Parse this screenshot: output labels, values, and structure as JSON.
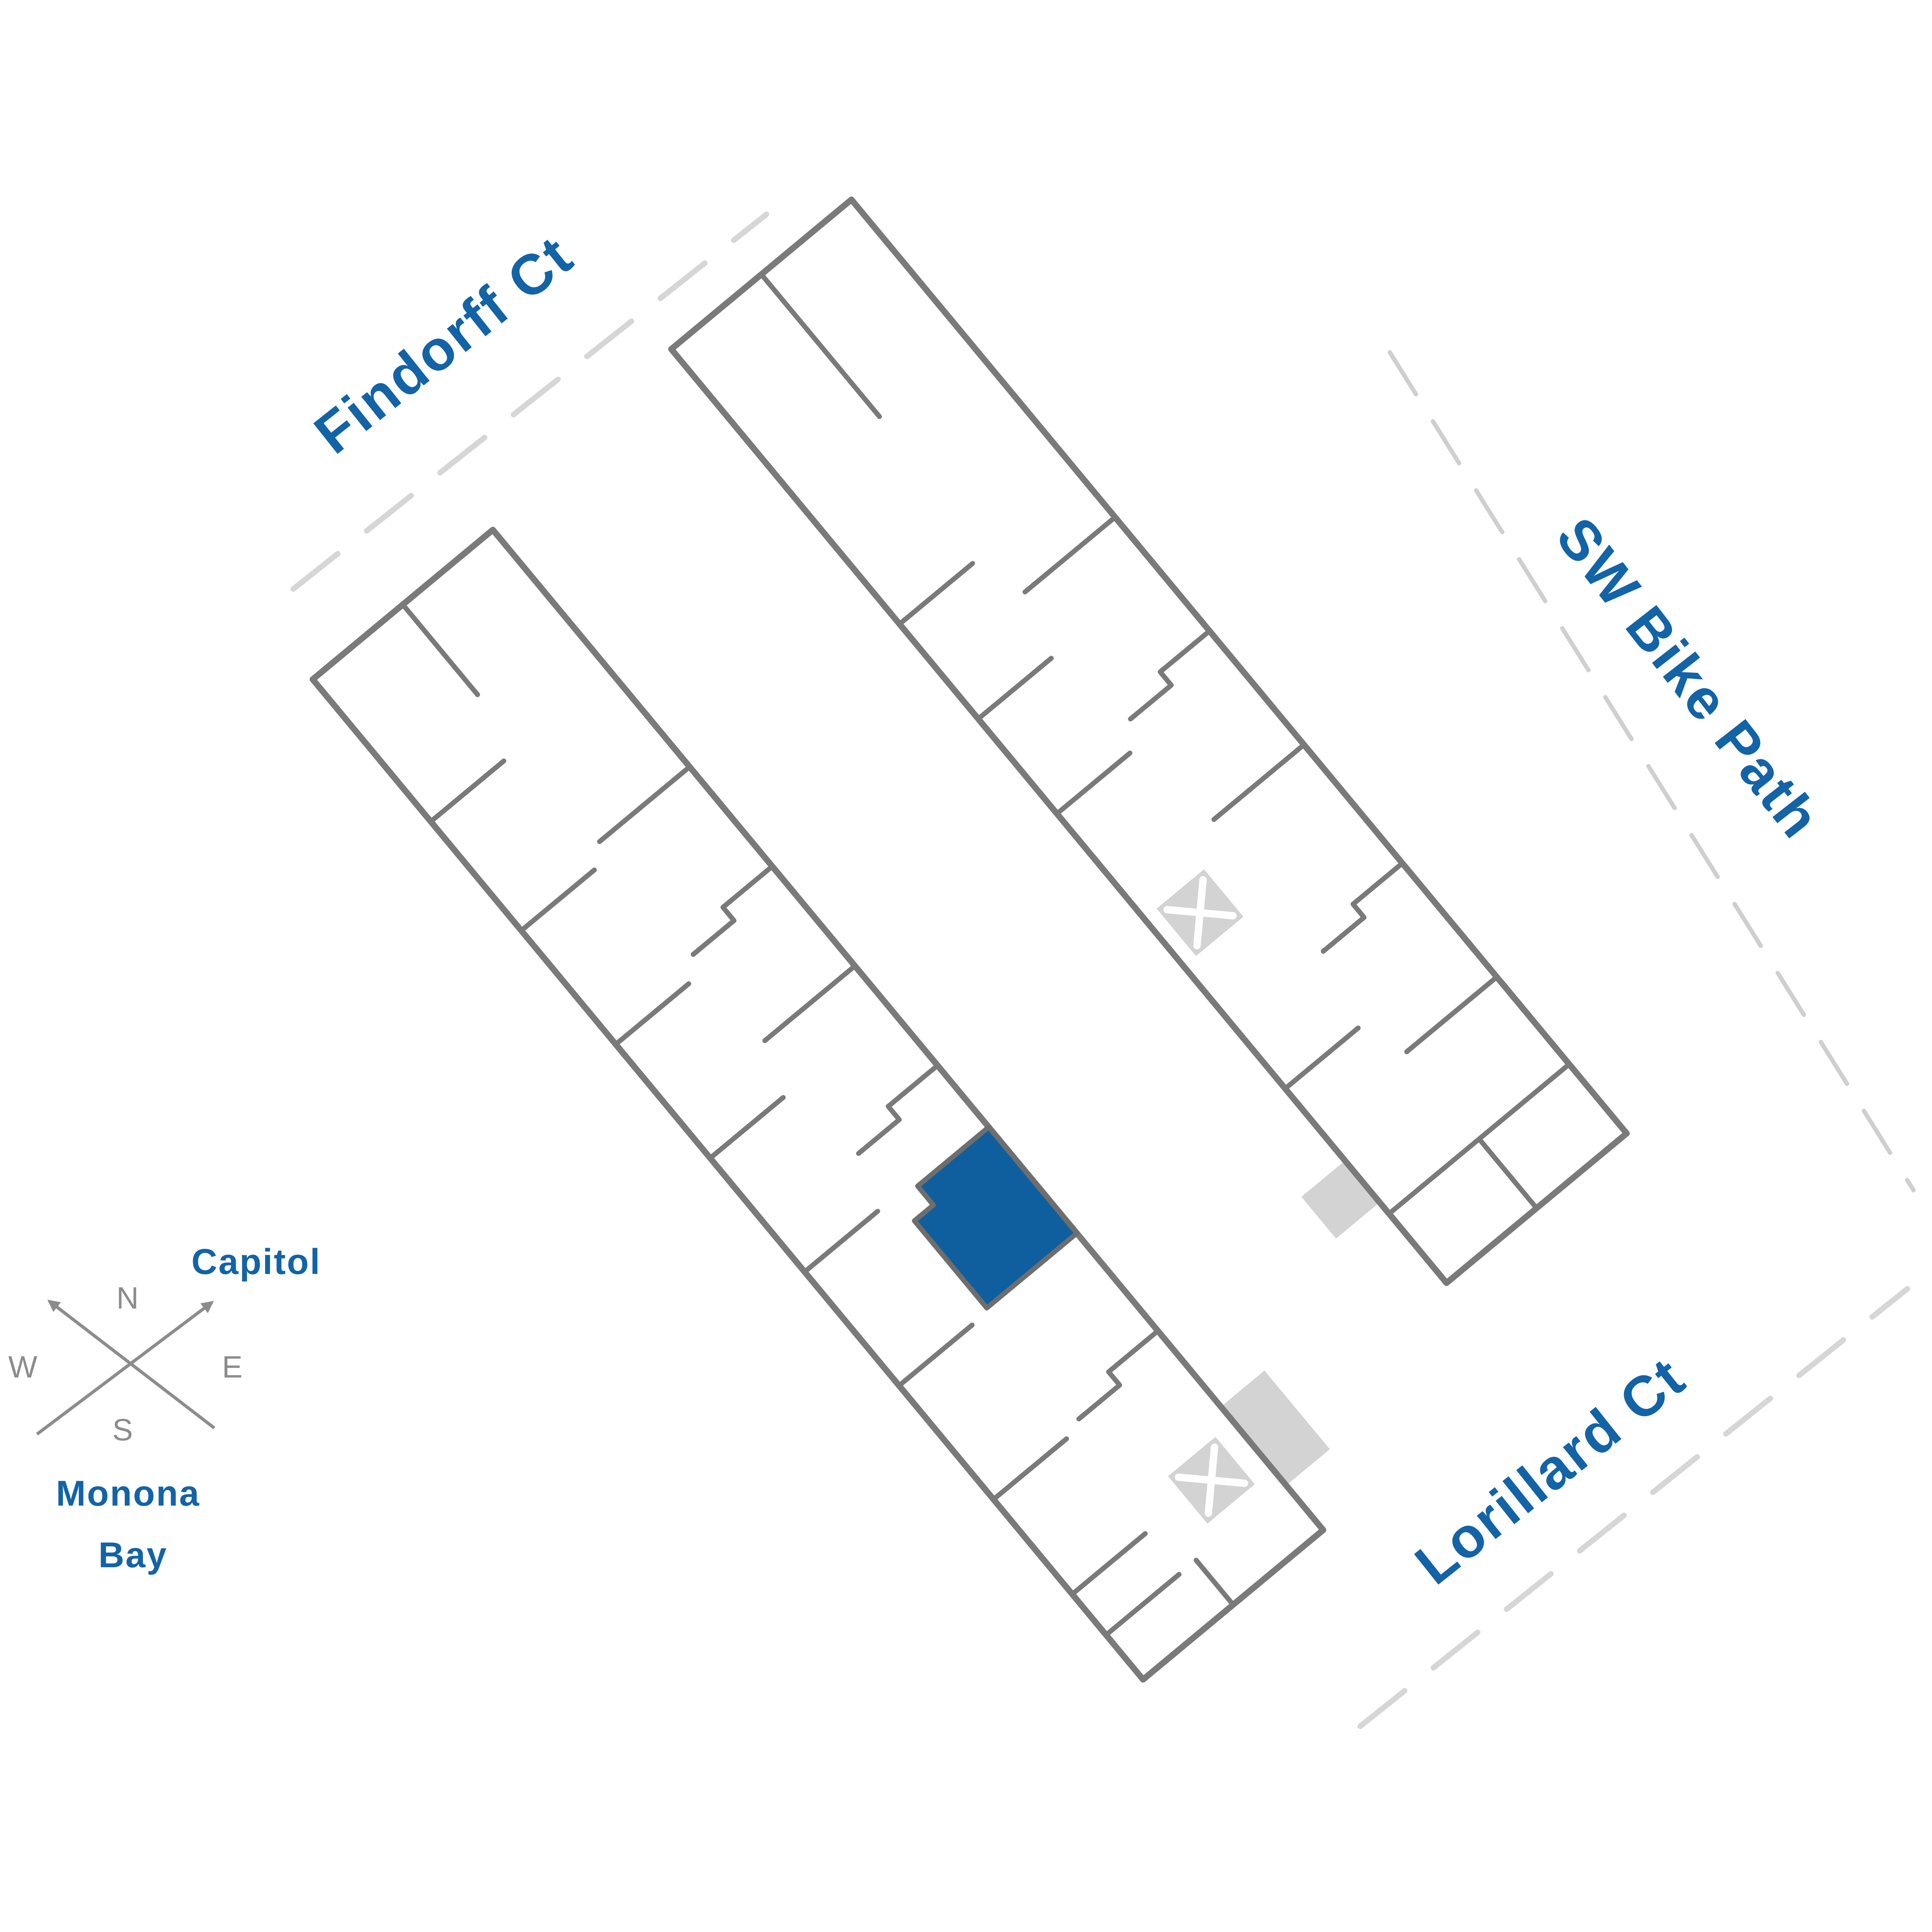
{
  "map": {
    "streets": [
      {
        "id": "findorff",
        "label": "Findorff Ct"
      },
      {
        "id": "sw-bike-path",
        "label": "SW Bike Path"
      },
      {
        "id": "lorillard",
        "label": "Lorillard Ct"
      }
    ],
    "landmarks": [
      {
        "id": "capitol",
        "label": "Capitol"
      },
      {
        "id": "monona-bay",
        "line1": "Monona",
        "line2": "Bay"
      }
    ],
    "compass": {
      "n": "N",
      "e": "E",
      "s": "S",
      "w": "W"
    },
    "buildings": [
      {
        "id": "building-upper",
        "highlighted_units": 0,
        "elevator_icons": 1
      },
      {
        "id": "building-lower",
        "highlighted_units": 1,
        "elevator_icons": 1
      }
    ],
    "colors": {
      "label_blue": "#1363a7",
      "highlight_unit_blue": "#0f5f9f",
      "building_outline_gray": "#7a7a7a",
      "corridor_gray": "#d3d3d3",
      "street_dash_gray": "#d6d6d6",
      "bike_path_dash_gray": "#cfcfcf",
      "compass_gray": "#8c8c8c",
      "background": "#ffffff"
    }
  }
}
